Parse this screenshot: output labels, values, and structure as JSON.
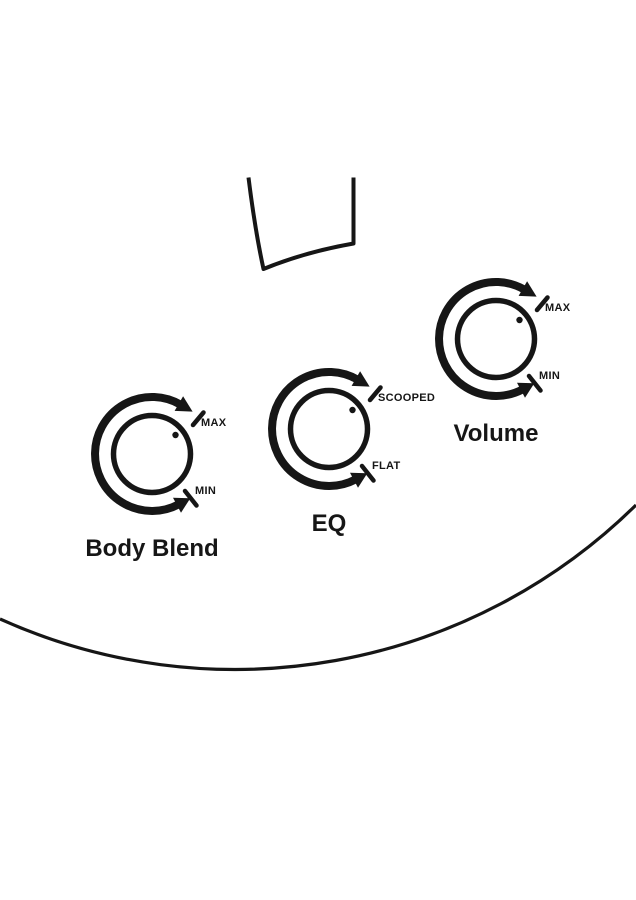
{
  "colors": {
    "ink": "#161616",
    "background": "#ffffff"
  },
  "knobs": [
    {
      "name": "Body Blend",
      "top_label": "MAX",
      "bottom_label": "MIN"
    },
    {
      "name": "EQ",
      "top_label": "SCOOPED",
      "bottom_label": "FLAT"
    },
    {
      "name": "Volume",
      "top_label": "MAX",
      "bottom_label": "MIN"
    }
  ]
}
